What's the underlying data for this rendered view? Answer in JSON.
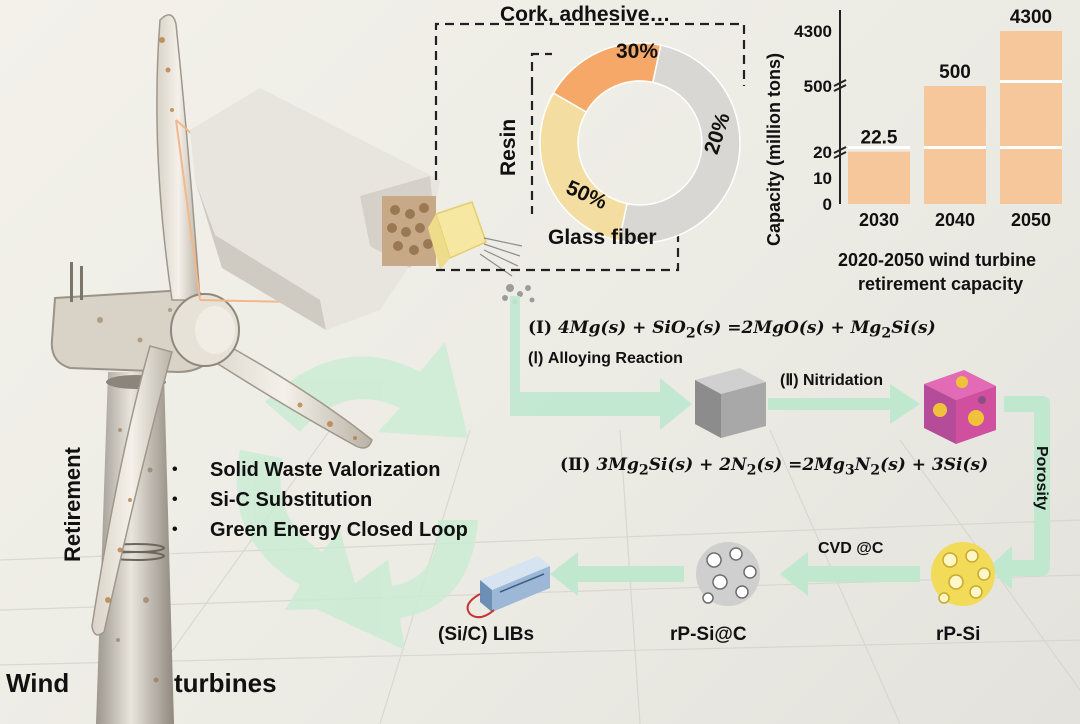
{
  "composition": {
    "labels": {
      "top": "Cork, adhesive…",
      "left": "Resin",
      "bottom": "Glass fiber"
    },
    "segments": [
      {
        "label": "30%",
        "value": 30,
        "color": "#f3dda0"
      },
      {
        "label": "20%",
        "value": 20,
        "color": "#f5a868"
      },
      {
        "label": "50%",
        "value": 50,
        "color": "#d9d7d3"
      }
    ]
  },
  "chart_data": {
    "type": "bar",
    "categories": [
      "2030",
      "2040",
      "2050"
    ],
    "values": [
      22.5,
      500,
      4300
    ],
    "value_labels": [
      "22.5",
      "500",
      "4300"
    ],
    "ylabel": "Capacity (million tons)",
    "yticks": [
      "0",
      "10",
      "20",
      "500",
      "4300"
    ],
    "axis": "broken",
    "caption_line1": "2020-2050 wind turbine",
    "caption_line2": "retirement capacity",
    "bar_color": "#f7c79c"
  },
  "process": {
    "reaction1_label": "Alloying Reaction",
    "reaction1_numeral": "(Ⅰ)",
    "reaction2_label": "Nitridation",
    "reaction2_numeral": "(Ⅱ)",
    "porosity_label": "Porosity",
    "cvd_label": "CVD @C",
    "rpsi_label": "rP-Si",
    "rpsic_label": "rP-Si@C",
    "libs_label": "(Si/C) LIBs"
  },
  "bullets": [
    "Solid Waste Valorization",
    "Si-C Substitution",
    "Green Energy Closed Loop"
  ],
  "labels": {
    "retirement": "Retirement",
    "wind": "Wind",
    "turbines": "turbines"
  },
  "colors": {
    "arrow_green": "#bfe8cf",
    "recycle_green": "#c9ecd3",
    "dash": "#222222"
  }
}
